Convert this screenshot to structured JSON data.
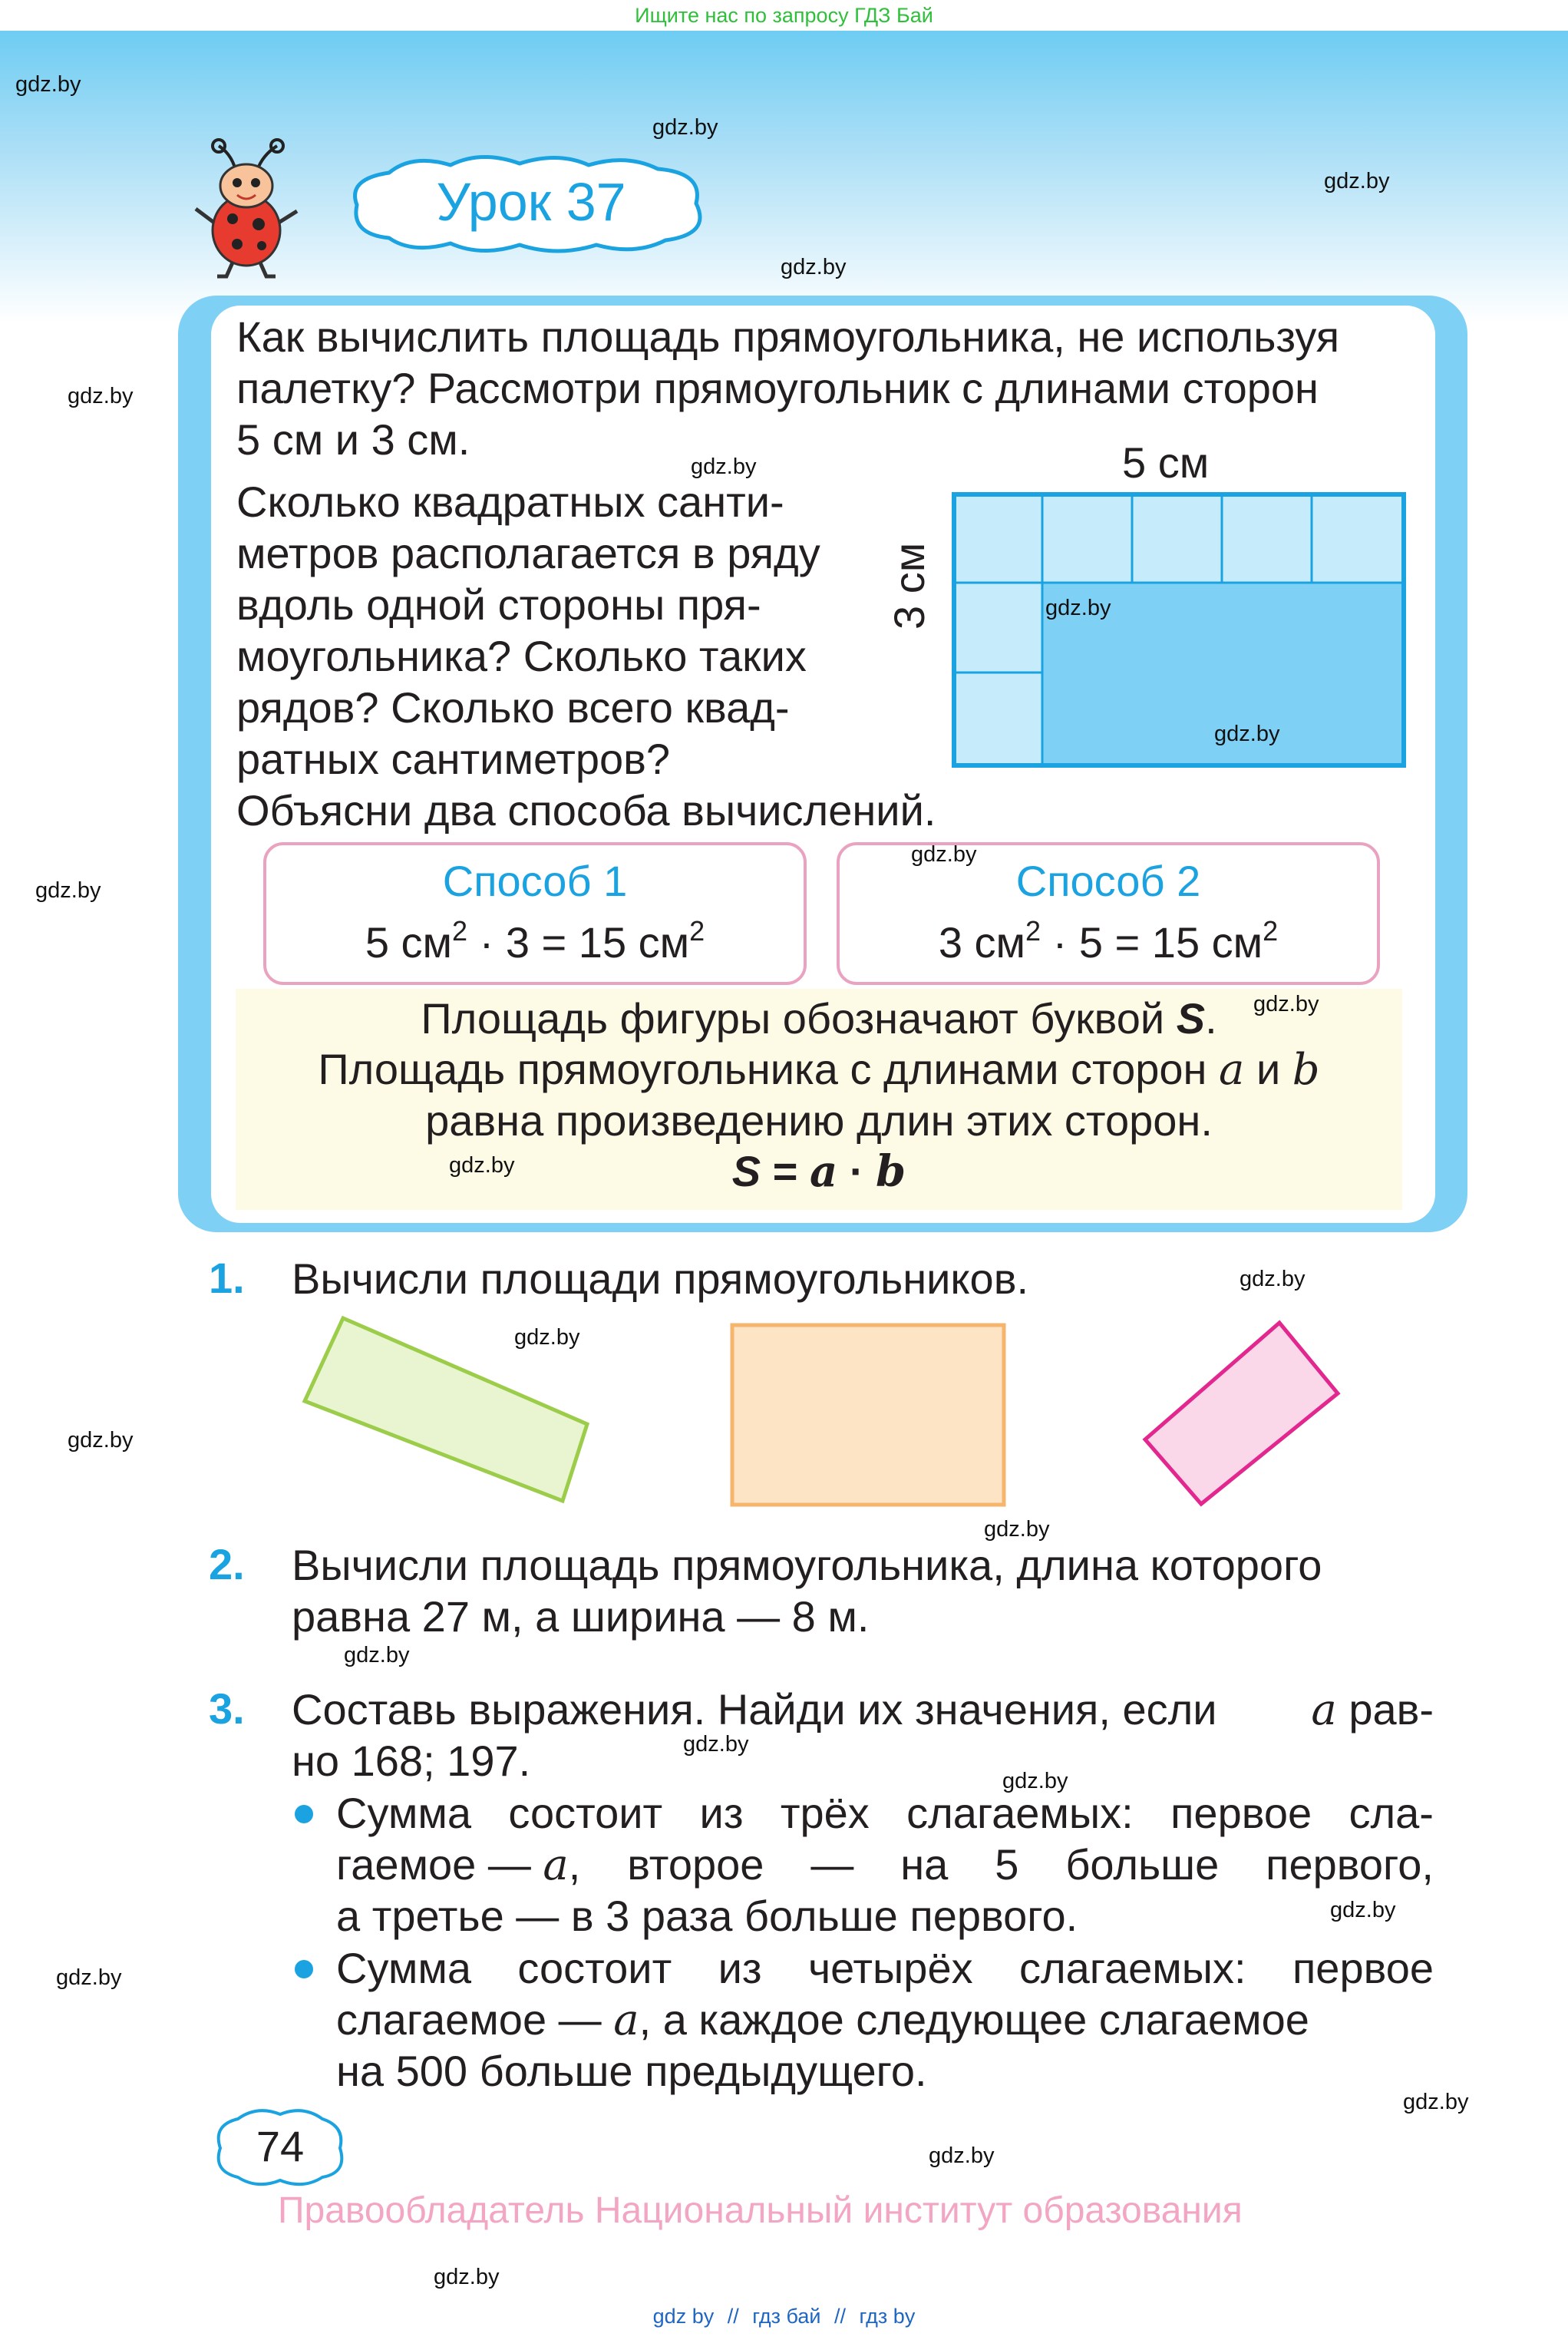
{
  "top_banner": "Ищите нас по запросу ГДЗ Бай",
  "watermark": "gdz.by",
  "lesson_title": "Урок 37",
  "intro": {
    "line1": "Как вычислить площадь прямоугольника, не используя",
    "line2": "палетку? Рассмотри прямоугольник с длинами сторон",
    "line3": "5 см и 3 см."
  },
  "question_lines": [
    "Сколько квадратных санти-",
    "метров располагается в ряду",
    "вдоль одной стороны пря-",
    "моугольника? Сколько таких",
    "рядов? Сколько всего квад-",
    "ратных сантиметров?"
  ],
  "explain": "Объясни два способа вычислений.",
  "figure": {
    "top_label": "5 см",
    "side_label": "3 см"
  },
  "methods": [
    {
      "title": "Способ 1",
      "formula_a": "5 см",
      "formula_b": " · 3 = 15 см",
      "sup": "2"
    },
    {
      "title": "Способ 2",
      "formula_a": "3 см",
      "formula_b": " · 5 = 15 см",
      "sup": "2"
    }
  ],
  "rule": {
    "line1": "Площадь фигуры обозначают буквой",
    "line1_letter": "S",
    "line1_end": ".",
    "line2_pre": "Площадь прямоугольника с длинами сторон",
    "var_a": "a",
    "and": "и",
    "var_b": "b",
    "line3": "равна произведению длин этих сторон.",
    "formula_S": "S",
    "formula_eq": " = ",
    "formula_a": "a",
    "formula_dot": " · ",
    "formula_b": "b"
  },
  "tasks": {
    "t1": {
      "num": "1.",
      "text": "Вычисли площади прямоугольников."
    },
    "t2": {
      "num": "2.",
      "line1": "Вычисли площадь прямоугольника, длина которого",
      "line2": "равна 27 м, а ширина — 8 м."
    },
    "t3": {
      "num": "3.",
      "line1_pre": "Составь выражения. Найди их значения, если",
      "var": "a",
      "line1_post": "рав-",
      "line2": "но 168; 197.",
      "b1_line1": [
        "Сумма",
        "состоит",
        "из",
        "трёх",
        "слагаемых:",
        "первое",
        "сла-"
      ],
      "b1_line2_pre": "гаемое —",
      "b1_line2_post": ",",
      "b1_line2_rest": [
        "второе",
        "—",
        "на",
        "5",
        "больше",
        "первого,"
      ],
      "b1_line3": "а третье — в 3 раза больше первого.",
      "b2_line1": [
        "Сумма",
        "состоит",
        "из",
        "четырёх",
        "слагаемых:",
        "первое"
      ],
      "b2_line2_pre": "слагаемое —",
      "b2_line2_post": ", а каждое следующее слагаемое",
      "b2_line3": "на 500 больше предыдущего."
    }
  },
  "page_number": "74",
  "copyright": "Правообладатель Национальный институт образования",
  "footer_links": [
    "gdz by",
    "//",
    "гдз бай",
    "//",
    "гдз by"
  ],
  "colors": {
    "accent_blue": "#1aa3e0",
    "frame_blue": "#7fd0f5",
    "method_border": "#e9a3c0",
    "rule_bg": "#fdfbe6",
    "copyright_pink": "#f2a6c3"
  }
}
